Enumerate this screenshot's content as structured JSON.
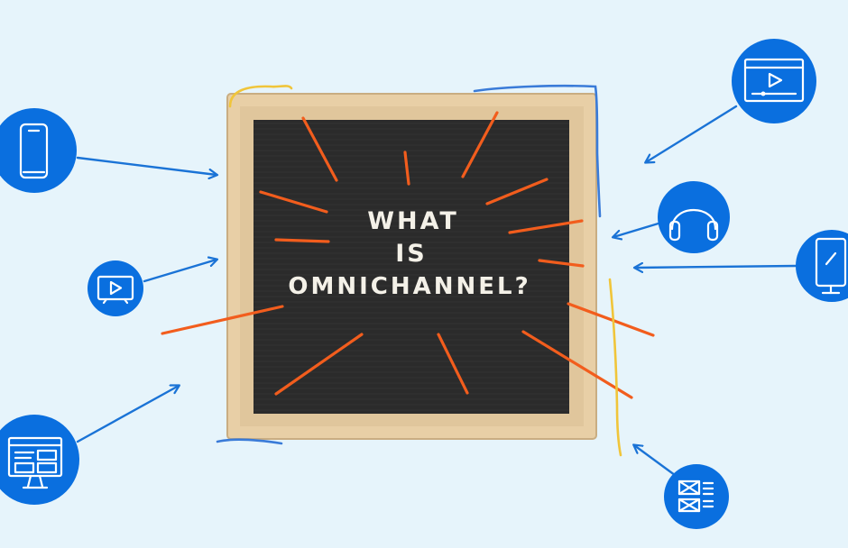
{
  "board": {
    "line1": "WHAT",
    "line2": "IS",
    "line3": "OMNICHANNEL?"
  },
  "colors": {
    "background": "#e6f4fb",
    "icon_circle": "#0a6fdf",
    "arrow": "#1a73d6",
    "ray": "#f25d1d",
    "frame": "#e8cfa6",
    "felt": "#2b2b2b"
  },
  "icons": [
    {
      "name": "smartphone-icon"
    },
    {
      "name": "tv-icon"
    },
    {
      "name": "website-icon"
    },
    {
      "name": "video-player-icon"
    },
    {
      "name": "headphones-icon"
    },
    {
      "name": "digital-kiosk-icon"
    },
    {
      "name": "newsletter-icon"
    }
  ]
}
